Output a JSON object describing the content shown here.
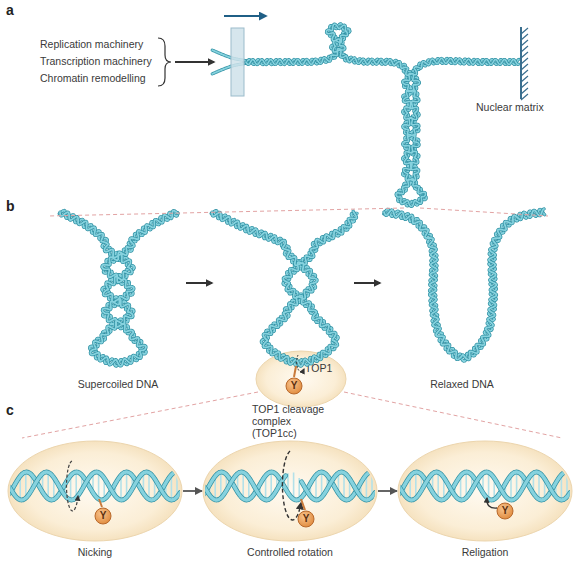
{
  "diagram": {
    "nodes": [
      {
        "text": [
          "TOP1"
        ]
      },
      {
        "text": [
          "Y"
        ],
        "in": 0
      },
      {
        "text": [
          "Nicking"
        ]
      },
      {
        "text": [
          "Y"
        ],
        "in": 2
      },
      {
        "text": [
          "TOP1 cleavage complex (TOP1cc)",
          "Controlled rotation"
        ]
      },
      {
        "text": [
          "Y"
        ],
        "in": 4
      },
      {
        "text": [
          "Religation"
        ]
      },
      {
        "text": [
          "Y"
        ],
        "in": 6
      }
    ],
    "edges": [
      {
        "from": 2,
        "to": 4,
        "arrow": "to"
      },
      {
        "from": 4,
        "to": 6,
        "arrow": "to"
      }
    ],
    "labels": [
      "a",
      "Replication machinery",
      "Transcription machinery",
      "Chromatin remodelling",
      "Nuclear matrix",
      "b",
      "Supercoiled DNA",
      "Relaxed DNA",
      "c"
    ]
  }
}
